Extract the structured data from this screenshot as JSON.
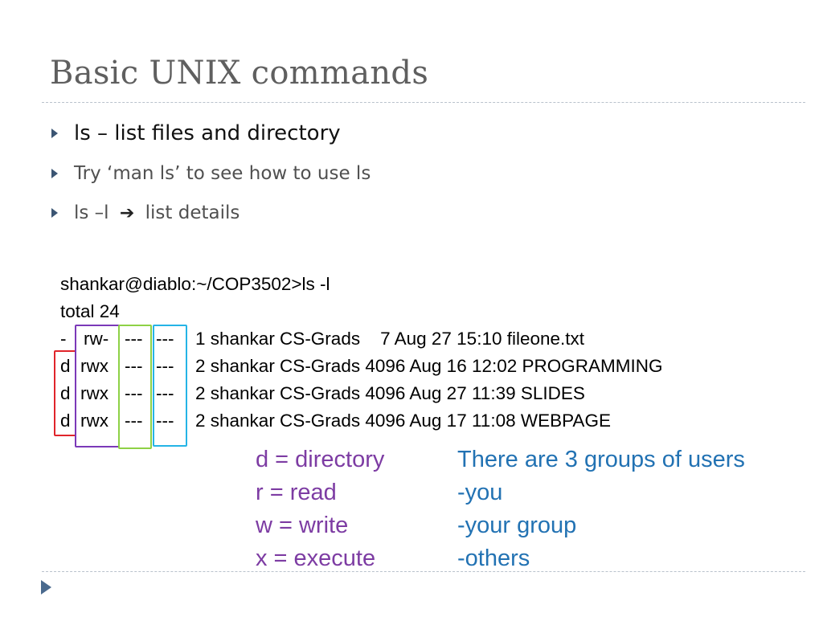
{
  "slide": {
    "title": "Basic UNIX commands",
    "bullets": [
      {
        "text": "ls – list files and directory"
      },
      {
        "text": "Try ‘man ls’ to see how to use ls"
      },
      {
        "pre": "ls –l",
        "arrow": "➔",
        "post": "list details"
      }
    ]
  },
  "terminal": {
    "prompt": "shankar@diablo:~/COP3502>ls -l",
    "total": "total 24",
    "rows": [
      {
        "type": "-",
        "user": "rw-",
        "group": "---",
        "other": "---",
        "rest": "1 shankar CS-Grads    7 Aug 27 15:10 fileone.txt"
      },
      {
        "type": "d",
        "user": "rwx",
        "group": "---",
        "other": "---",
        "rest": "2 shankar CS-Grads 4096 Aug 16 12:02 PROGRAMMING"
      },
      {
        "type": "d",
        "user": "rwx",
        "group": "---",
        "other": "---",
        "rest": "2 shankar CS-Grads 4096 Aug 27 11:39 SLIDES"
      },
      {
        "type": "d",
        "user": "rwx",
        "group": "---",
        "other": "---",
        "rest": "2 shankar CS-Grads 4096 Aug 17 11:08 WEBPAGE"
      }
    ]
  },
  "legend": {
    "left": [
      "d = directory",
      "r = read",
      "w = write",
      "x = execute"
    ],
    "right": [
      "There are 3 groups of users",
      "-you",
      "-your group",
      "-others"
    ]
  },
  "colors": {
    "type_box": "#e0252b",
    "user_box": "#7b39b8",
    "group_box": "#8ed146",
    "other_box": "#25b4e6",
    "legend_left": "#7d3ca3",
    "legend_right": "#2272b3"
  },
  "nav": {
    "icon": "next-slide-arrow-icon"
  }
}
